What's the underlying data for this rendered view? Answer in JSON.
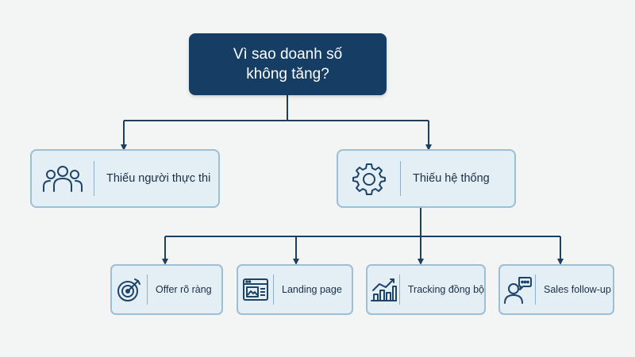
{
  "root": {
    "title": "Vì sao doanh số không tăng?"
  },
  "level1": [
    {
      "label": "Thiếu người thực thi",
      "icon": "people-icon"
    },
    {
      "label": "Thiếu hệ thống",
      "icon": "gear-icon"
    }
  ],
  "level2": [
    {
      "label": "Offer rõ ràng",
      "icon": "target-icon"
    },
    {
      "label": "Landing page",
      "icon": "webpage-icon"
    },
    {
      "label": "Tracking đồng bộ",
      "icon": "bar-chart-icon"
    },
    {
      "label": "Sales follow-up",
      "icon": "chat-person-icon"
    }
  ],
  "colors": {
    "root_fill": "#163d63",
    "node_fill": "#e4eef5",
    "node_border": "#9cbfd6",
    "connector": "#1d3f60",
    "icon": "#1e4468"
  }
}
